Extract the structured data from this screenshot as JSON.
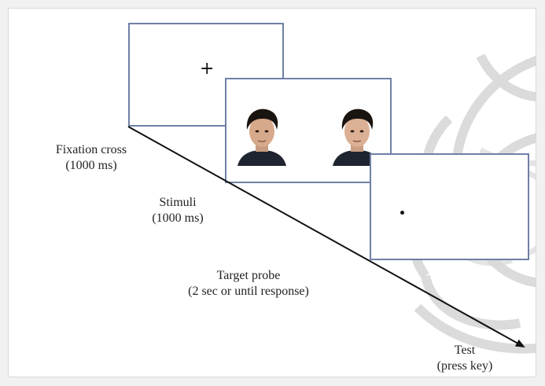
{
  "fixation_screen": {
    "symbol": "+"
  },
  "stages": [
    {
      "name": "Fixation cross",
      "duration": "(1000 ms)"
    },
    {
      "name": "Stimuli",
      "duration": "(1000 ms)"
    },
    {
      "name": "Target probe",
      "duration": "(2 sec or until response)"
    },
    {
      "name": "Test",
      "duration": "(press key)"
    }
  ],
  "colors": {
    "screen_border": "#6f7fa6",
    "arrow": "#111111",
    "ornament": "#d0d0d0"
  },
  "icons": [
    "face-photo-icon",
    "fixation-cross-icon",
    "probe-dot-icon",
    "timeline-arrow-icon"
  ]
}
